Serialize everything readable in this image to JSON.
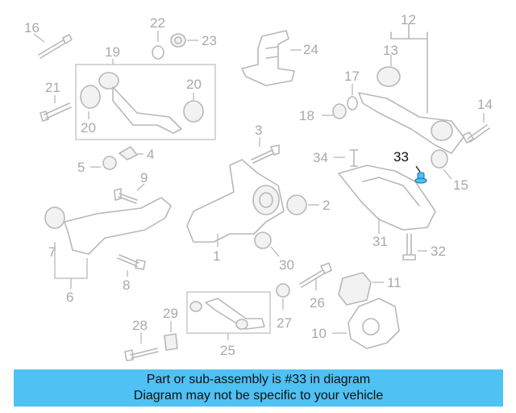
{
  "labels": {
    "p1": "1",
    "p2": "2",
    "p3": "3",
    "p4": "4",
    "p5": "5",
    "p6": "6",
    "p7": "7",
    "p8": "8",
    "p9": "9",
    "p10": "10",
    "p11": "11",
    "p12": "12",
    "p13": "13",
    "p14": "14",
    "p15": "15",
    "p16": "16",
    "p17": "17",
    "p18": "18",
    "p19": "19",
    "p20a": "20",
    "p20b": "20",
    "p21": "21",
    "p22": "22",
    "p23": "23",
    "p24": "24",
    "p25": "25",
    "p26": "26",
    "p27": "27",
    "p28": "28",
    "p29": "29",
    "p30": "30",
    "p31": "31",
    "p32": "32",
    "p33": "33",
    "p34": "34"
  },
  "highlight": {
    "part": "33",
    "color": "#4fc1f3"
  },
  "banner": {
    "line1": "Part or sub-assembly is #33 in diagram",
    "line2": "Diagram may not be specific to your vehicle",
    "background": "#4fc1f3"
  }
}
